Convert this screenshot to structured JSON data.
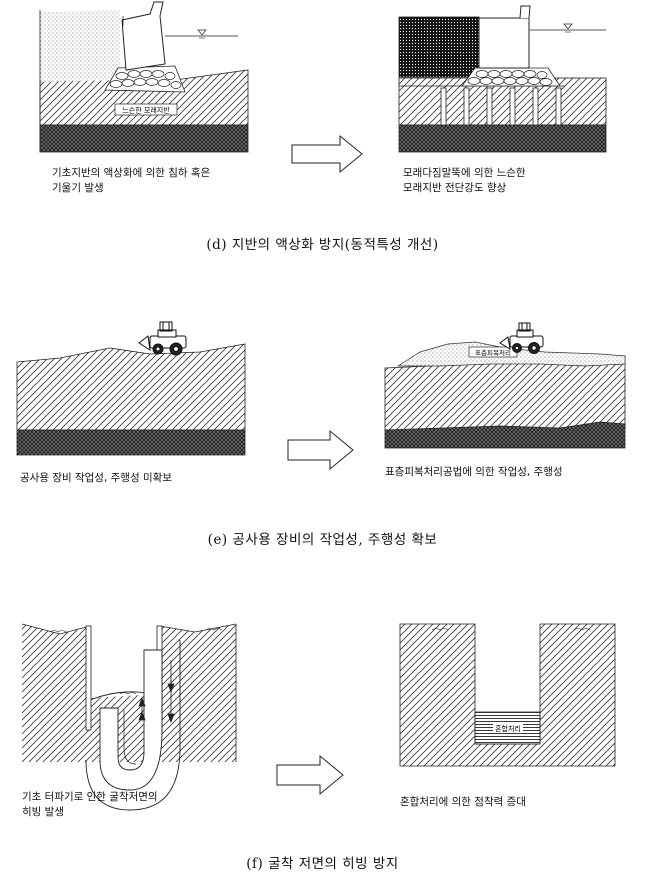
{
  "section_d": {
    "before_note": "기초지반의 액상화에 의한 침하 혹은\n기울기 발생",
    "after_note": "모래다짐말뚝에 의한 느슨한\n모래지반 전단강도 향상",
    "inset_label": "느슨한 모래지반",
    "caption": "(d) 지반의 액상화 방지(동적특성 개선)"
  },
  "section_e": {
    "before_note": "공사용 장비 작업성, 주행성 미확보",
    "after_note": "표층피복처리공법에 의한 작업성, 주행성",
    "inset_label": "표층피복처리",
    "caption": "(e) 공사용 장비의 작업성, 주행성 확보"
  },
  "section_f": {
    "before_note": "기초 터파기로 인한 굴착저면의\n히빙 발생",
    "after_note": "혼합처리에 의한 점착력 증대",
    "inset_label": "혼합처리",
    "caption": "(f) 굴착 저면의 히빙 방지"
  }
}
